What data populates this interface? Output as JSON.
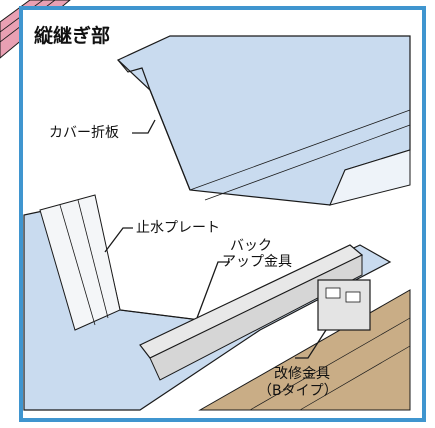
{
  "title": "縦継ぎ部",
  "callouts": {
    "cover_panel": "カバー折板",
    "waterstop_plate": "止水プレート",
    "backup_line1": "バック",
    "backup_line2": "アップ金具",
    "repair_line1": "改修金具",
    "repair_line2": "（Bタイプ）"
  },
  "colors": {
    "frame_border": "#3f95cf",
    "panel_blue": "#c9dbef",
    "roof_pink": "#e9a0b3",
    "old_roof_tan": "#c9ad86",
    "outline": "#1a1a1a"
  }
}
